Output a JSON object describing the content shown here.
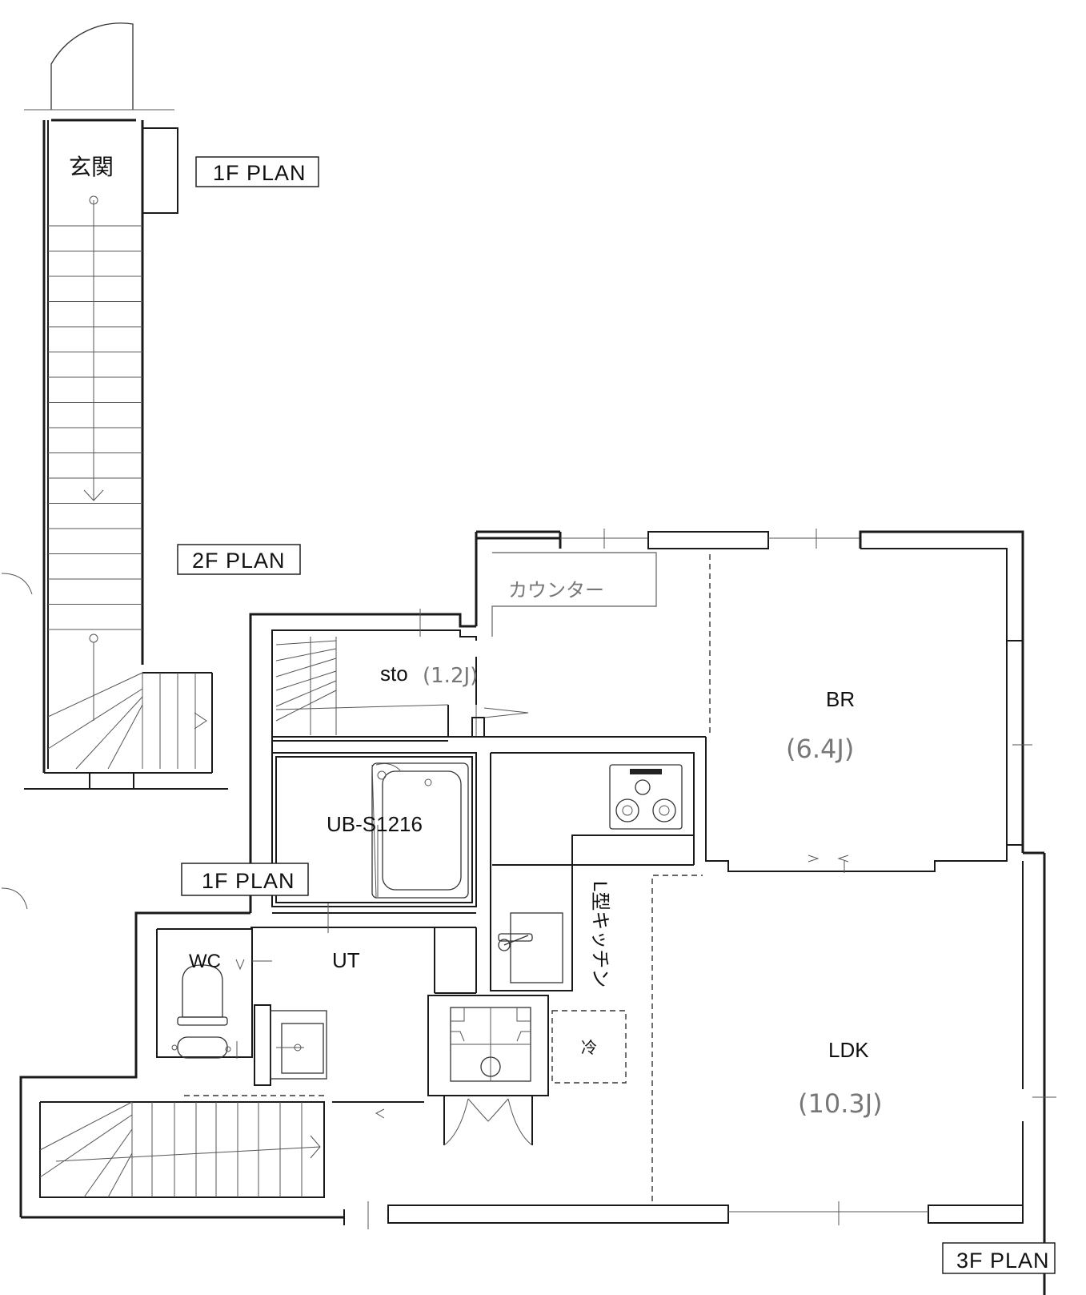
{
  "plan_tags": {
    "first_floor_top": "1F PLAN",
    "second_floor": "2F PLAN",
    "first_floor_mid": "1F PLAN",
    "third_floor": "3F PLAN"
  },
  "rooms": {
    "entrance": "玄関",
    "counter": "カウンター",
    "storage": "sto",
    "storage_area": "(1.2J)",
    "bedroom": "BR",
    "bedroom_area": "(6.4J)",
    "unit_bath": "UB-S1216",
    "kitchen": "L型キッチン",
    "wc": "WC",
    "utility": "UT",
    "fridge": "冷",
    "ldk": "LDK",
    "ldk_area": "(10.3J)"
  }
}
